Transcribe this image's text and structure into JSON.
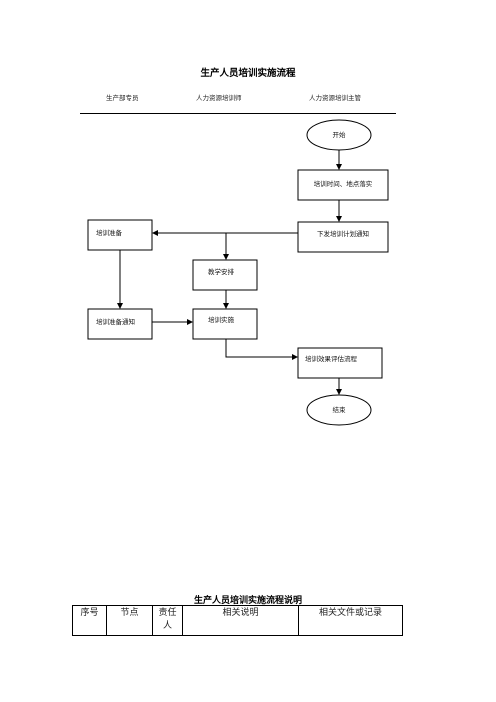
{
  "title": "生产人员培训实施流程",
  "lanes": [
    "生产部专员",
    "人力资源培训师",
    "人力资源培训主管"
  ],
  "nodes": {
    "start": "开始",
    "n1": "培训时间、地点落实",
    "n2": "下发培训计划通知",
    "n3": "培训准备",
    "n4": "教学安排",
    "n5": "培训准备通知",
    "n6": "培训实施",
    "n7": "培训效果评估流程",
    "end": "结束"
  },
  "table": {
    "title": "生产人员培训实施流程说明",
    "headers": [
      "序号",
      "节点",
      "责任人",
      "相关说明",
      "相关文件或记录"
    ]
  }
}
